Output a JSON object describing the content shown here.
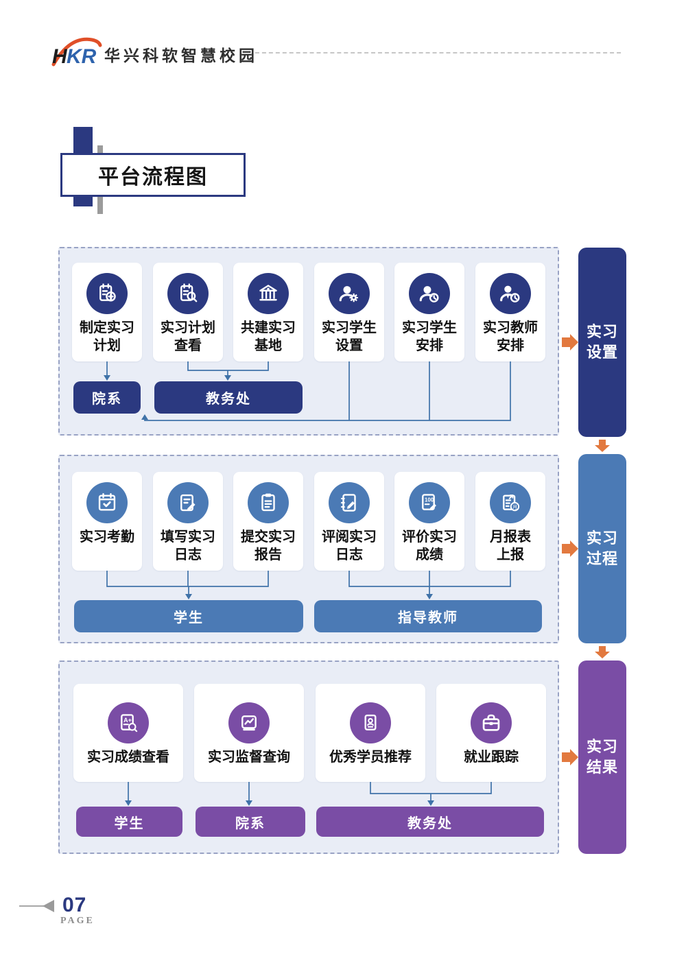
{
  "header": {
    "logo_text": "HKR",
    "brand": "华兴科软智慧校园"
  },
  "title": "平台流程图",
  "colors": {
    "navy": "#2b3980",
    "blue": "#4b7ab5",
    "purple": "#7a4da5",
    "orange": "#e2793f",
    "panel_bg": "#e9edf6",
    "connector": "#3f72a8"
  },
  "sections": [
    {
      "name": "实习设置",
      "result": "实习\n设置",
      "cards": [
        {
          "icon": "calendar-plus-icon",
          "label": "制定实习\n计划"
        },
        {
          "icon": "calendar-search-icon",
          "label": "实习计划\n查看"
        },
        {
          "icon": "school-icon",
          "label": "共建实习\n基地"
        },
        {
          "icon": "user-gear-icon",
          "label": "实习学生\n设置"
        },
        {
          "icon": "user-clock-icon",
          "label": "实习学生\n安排"
        },
        {
          "icon": "teacher-clock-icon",
          "label": "实习教师\n安排"
        }
      ],
      "targets": [
        "院系",
        "教务处"
      ]
    },
    {
      "name": "实习过程",
      "result": "实习\n过程",
      "cards": [
        {
          "icon": "calendar-check-icon",
          "label": "实习考勤"
        },
        {
          "icon": "note-pencil-icon",
          "label": "填写实习\n日志"
        },
        {
          "icon": "clipboard-icon",
          "label": "提交实习\n报告"
        },
        {
          "icon": "book-pencil-icon",
          "label": "评阅实习\n日志"
        },
        {
          "icon": "score-icon",
          "label": "评价实习\n成绩"
        },
        {
          "icon": "report-month-icon",
          "label": "月报表\n上报"
        }
      ],
      "targets": [
        "学生",
        "指导教师"
      ]
    },
    {
      "name": "实习结果",
      "result": "实习\n结果",
      "cards": [
        {
          "icon": "grade-search-icon",
          "label": "实习成绩查看"
        },
        {
          "icon": "monitor-chart-icon",
          "label": "实习监督查询"
        },
        {
          "icon": "idcard-person-icon",
          "label": "优秀学员推荐"
        },
        {
          "icon": "briefcase-icon",
          "label": "就业跟踪"
        }
      ],
      "targets": [
        "学生",
        "院系",
        "教务处"
      ]
    }
  ],
  "footer": {
    "page_number": "07",
    "page_label": "PAGE"
  }
}
